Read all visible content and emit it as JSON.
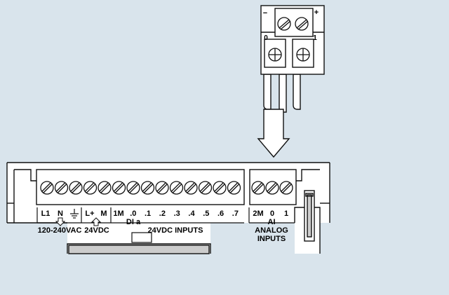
{
  "colors": {
    "background": "#d9e4ec",
    "line": "#111111",
    "fill": "#ffffff"
  },
  "connector": {
    "minus": "−",
    "plus": "+",
    "left_terminal": "0",
    "right_terminal": "1"
  },
  "power_labels": [
    "L1",
    "N",
    "⏚"
  ],
  "power_caption": "120-240VAC",
  "sensor_labels": [
    "L+",
    "M"
  ],
  "sensor_caption": "24VDC",
  "input_labels": [
    "1M",
    ".0",
    ".1",
    ".2",
    ".3",
    ".4",
    ".5",
    ".6",
    ".7"
  ],
  "input_group": "DI a",
  "input_caption": "24VDC INPUTS",
  "analog_labels": [
    "2M",
    "0",
    "1"
  ],
  "analog_group": "AI",
  "analog_caption_line1": "ANALOG",
  "analog_caption_line2": "INPUTS",
  "icons": [
    "down-arrow-icon",
    "up-arrow-icon",
    "ground-icon",
    "insert-arrow-icon",
    "screw-icon"
  ]
}
